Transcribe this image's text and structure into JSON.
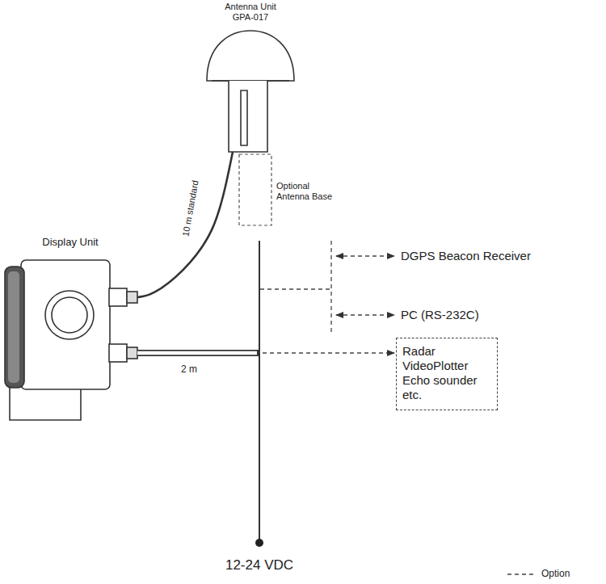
{
  "diagram": {
    "nodes": [
      {
        "text": [
          "Antenna Unit GPA-017"
        ]
      },
      {
        "text": [
          "Display Unit"
        ]
      },
      {
        "text": [
          "Radar VideoPlotter Echo sounder etc."
        ]
      }
    ],
    "edges": [
      {
        "from": 0,
        "to": 1,
        "arrow": "none",
        "label": "10 m standard"
      }
    ],
    "labels": [
      "Optional Antenna Base",
      "DGPS Beacon Receiver",
      "PC (RS-232C)",
      "2 m",
      "12-24 VDC"
    ],
    "legend": [
      {
        "text": "Option"
      }
    ]
  }
}
